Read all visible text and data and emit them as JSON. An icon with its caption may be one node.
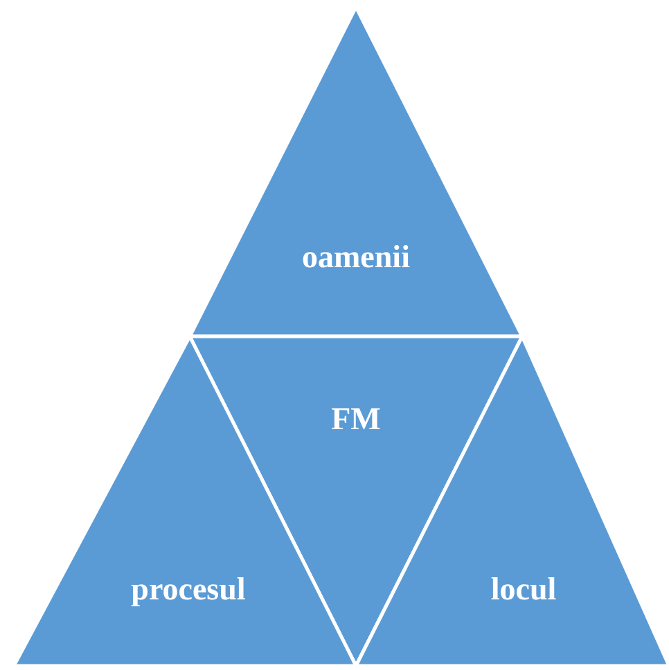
{
  "diagram": {
    "nodes": [
      {
        "text": [
          "oamenii"
        ]
      },
      {
        "text": [
          "FM"
        ]
      },
      {
        "text": [
          "procesul"
        ]
      },
      {
        "text": [
          "locul"
        ]
      }
    ]
  }
}
